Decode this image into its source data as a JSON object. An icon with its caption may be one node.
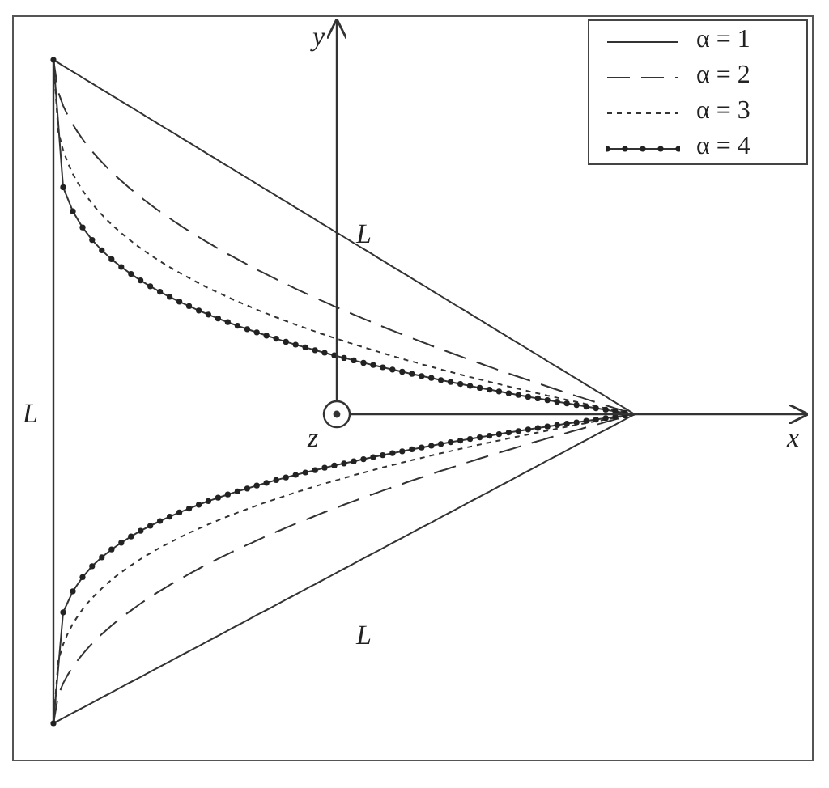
{
  "diagram": {
    "labels": [
      "y",
      "L",
      "L",
      "z",
      "x",
      "L"
    ],
    "legend": [
      {
        "text": "α = 1"
      },
      {
        "text": "α = 2"
      },
      {
        "text": "α = 3"
      },
      {
        "text": "α = 4"
      }
    ]
  }
}
